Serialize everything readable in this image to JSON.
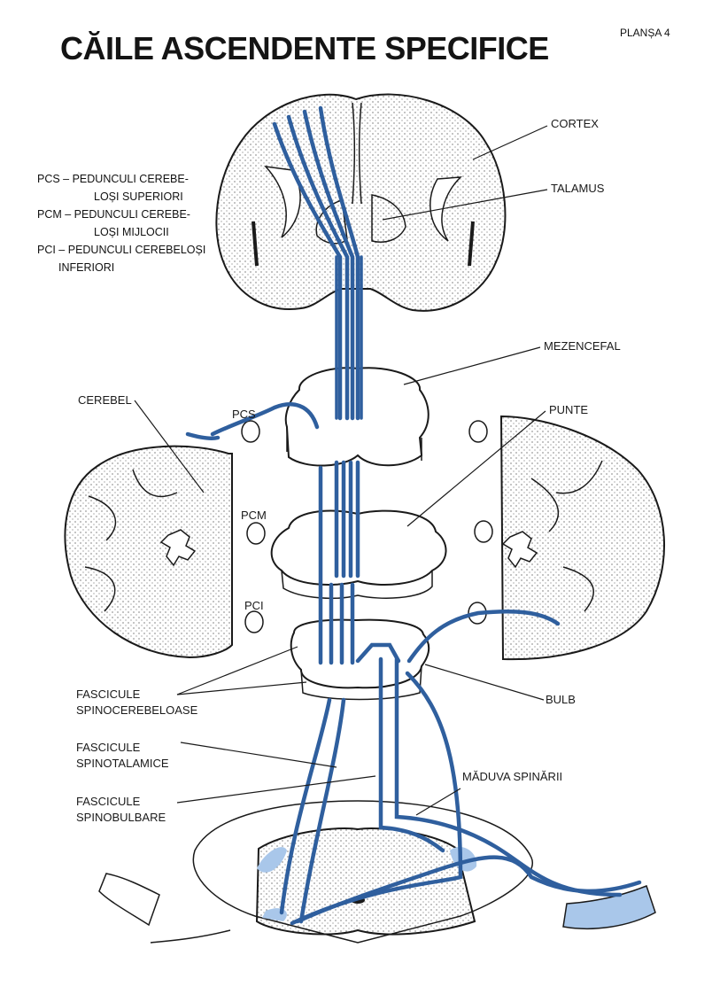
{
  "page": {
    "title": "CĂILE ASCENDENTE SPECIFICE",
    "plate": "PLANȘA 4"
  },
  "legend": {
    "pcs_line1": "PCS – PEDUNCULI CEREBE-",
    "pcs_line2": "LOȘI SUPERIORI",
    "pcm_line1": "PCM – PEDUNCULI CEREBE-",
    "pcm_line2": "LOȘI MIJLOCII",
    "pci_line1": "PCI – PEDUNCULI CEREBELOȘI",
    "pci_line2": "INFERIORI"
  },
  "labels": {
    "cortex": "CORTEX",
    "talamus": "TALAMUS",
    "mezencefal": "MEZENCEFAL",
    "cerebel": "CEREBEL",
    "punte": "PUNTE",
    "pcs": "PCS",
    "pcm": "PCM",
    "pci": "PCI",
    "bulb": "BULB",
    "fasc_spinocer_1": "FASCICULE",
    "fasc_spinocer_2": "SPINOCEREBELOASE",
    "fasc_spinotal_1": "FASCICULE",
    "fasc_spinotal_2": "SPINOTALAMICE",
    "fasc_spinobulb_1": "FASCICULE",
    "fasc_spinobulb_2": "SPINOBULBARE",
    "maduva": "MĂDUVA  SPINĂRII"
  },
  "colors": {
    "tract_blue": "#2f5f9e",
    "tract_light": "#a9c7ea",
    "outline": "#1a1a1a"
  }
}
